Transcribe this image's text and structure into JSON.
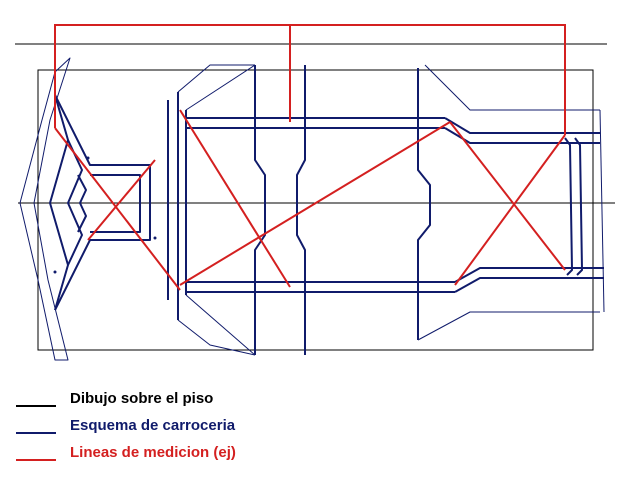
{
  "colors": {
    "floor": "#000000",
    "body": "#101b6b",
    "measure": "#d42020",
    "background": "#ffffff"
  },
  "legend": [
    {
      "label": "Dibujo sobre el piso",
      "color": "#000000",
      "key": "floor"
    },
    {
      "label": "Esquema de carroceria",
      "color": "#101b6b",
      "key": "body"
    },
    {
      "label": "Lineas de medicion (ej)",
      "color": "#d42020",
      "key": "measure"
    }
  ]
}
